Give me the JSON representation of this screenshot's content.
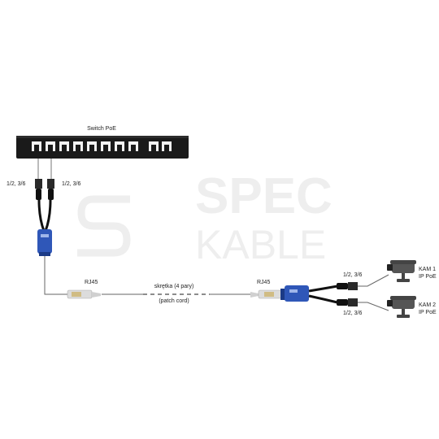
{
  "watermark": {
    "line1": "SPEC",
    "line2": "KABLE"
  },
  "switch": {
    "title": "Switch PoE"
  },
  "pair_labels": {
    "left": "1/2, 3/6",
    "right": "1/2, 3/6",
    "cam1": "1/2, 3/6",
    "cam2": "1/2, 3/6"
  },
  "rj45_left": "RJ45",
  "rj45_right": "RJ45",
  "cable": {
    "label": "skrętka (4 pary)",
    "sublabel": "(patch cord)"
  },
  "cameras": [
    {
      "name": "KAM 1",
      "type": "IP PoE"
    },
    {
      "name": "KAM 2",
      "type": "IP PoE"
    }
  ],
  "colors": {
    "switch_body": "#1a1a1a",
    "splitter_blue": "#2f57b8",
    "line": "#666666",
    "connector": "#d8d8d8"
  }
}
